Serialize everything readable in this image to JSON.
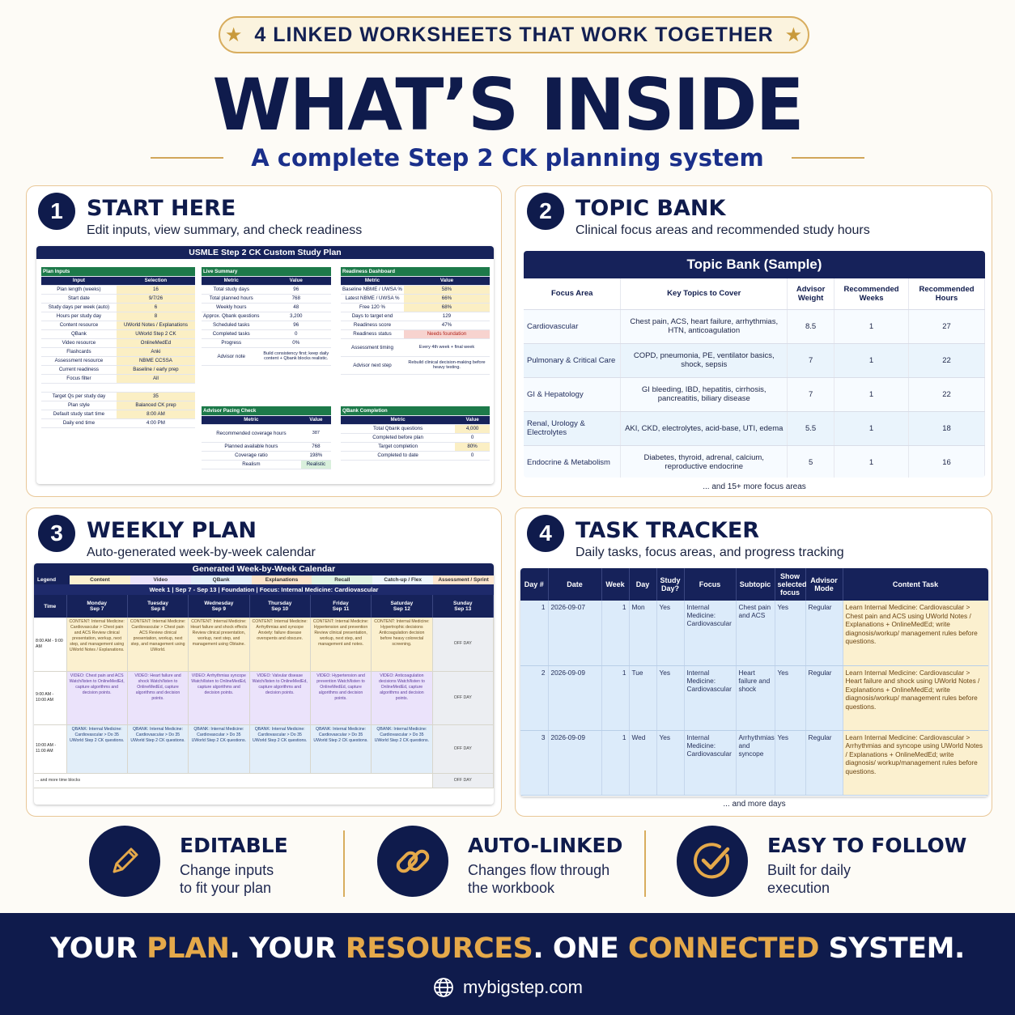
{
  "header": {
    "pill": "4 LINKED WORKSHEETS THAT WORK TOGETHER",
    "title": "WHAT’S INSIDE",
    "subtitle": "A complete Step 2 CK planning system"
  },
  "cards": {
    "start": {
      "num": "1",
      "title": "START HERE",
      "desc": "Edit inputs, view summary, and check readiness",
      "sheet_title": "USMLE Step 2 CK Custom Study Plan",
      "plan_inputs": {
        "section": "Plan Inputs",
        "headers": [
          "Input",
          "Selection"
        ],
        "rows": [
          [
            "Plan length (weeks)",
            "16"
          ],
          [
            "Start date",
            "9/7/26"
          ],
          [
            "Study days per week (auto)",
            "6"
          ],
          [
            "Hours per study day",
            "8"
          ],
          [
            "Content resource",
            "UWorld Notes / Explanations"
          ],
          [
            "QBank",
            "UWorld Step 2 CK"
          ],
          [
            "Video resource",
            "OnlineMedEd"
          ],
          [
            "Flashcards",
            "Anki"
          ],
          [
            "Assessment resource",
            "NBME CCSSA"
          ],
          [
            "Current readiness",
            "Baseline / early prep"
          ],
          [
            "Focus filter",
            "All"
          ],
          [
            "",
            ""
          ],
          [
            "Target Qs per study day",
            "35"
          ],
          [
            "Plan style",
            "Balanced CK prep"
          ],
          [
            "Default study start time",
            "8:00 AM"
          ],
          [
            "Daily end time",
            "4:00 PM"
          ]
        ]
      },
      "live_summary": {
        "section": "Live Summary",
        "headers": [
          "Metric",
          "Value"
        ],
        "rows": [
          [
            "Total study days",
            "96"
          ],
          [
            "Total planned hours",
            "768"
          ],
          [
            "Weekly hours",
            "48"
          ],
          [
            "Approx. Qbank questions",
            "3,200"
          ],
          [
            "Scheduled tasks",
            "96"
          ],
          [
            "Completed tasks",
            "0"
          ],
          [
            "Progress",
            "0%"
          ],
          [
            "Advisor note",
            "Build consistency first; keep daily content + Qbank blocks realistic."
          ]
        ]
      },
      "readiness": {
        "section": "Readiness Dashboard",
        "headers": [
          "Metric",
          "Value"
        ],
        "rows": [
          [
            "Baseline NBME / UWSA %",
            "58%"
          ],
          [
            "Latest NBME / UWSA %",
            "66%"
          ],
          [
            "Free 120 %",
            "68%"
          ],
          [
            "Days to target end",
            "129"
          ],
          [
            "Readiness score",
            "47%"
          ],
          [
            "Readiness status",
            "Needs foundation"
          ],
          [
            "Assessment timing",
            "Every 4th week + final week"
          ],
          [
            "Advisor next step",
            "Rebuild clinical decision-making before heavy testing."
          ]
        ]
      },
      "pacing": {
        "section": "Advisor Pacing Check",
        "headers": [
          "Metric",
          "Value"
        ],
        "rows": [
          [
            "Recommended coverage hours",
            "387"
          ],
          [
            "Planned available hours",
            "768"
          ],
          [
            "Coverage ratio",
            "198%"
          ],
          [
            "Realism",
            "Realistic"
          ]
        ]
      },
      "qbank": {
        "section": "QBank Completion",
        "headers": [
          "Metric",
          "Value"
        ],
        "rows": [
          [
            "Total Qbank questions",
            "4,000"
          ],
          [
            "Completed before plan",
            "0"
          ],
          [
            "Target completion",
            "80%"
          ],
          [
            "Completed to date",
            "0"
          ]
        ]
      }
    },
    "topic": {
      "num": "2",
      "title": "TOPIC BANK",
      "desc": "Clinical focus areas and recommended study hours",
      "sheet_title": "Topic Bank (Sample)",
      "headers": [
        "Focus Area",
        "Key Topics to Cover",
        "Advisor Weight",
        "Recommended Weeks",
        "Recommended Hours"
      ],
      "rows": [
        [
          "Cardiovascular",
          "Chest pain, ACS, heart failure, arrhythmias, HTN, anticoagulation",
          "8.5",
          "1",
          "27"
        ],
        [
          "Pulmonary & Critical Care",
          "COPD, pneumonia, PE, ventilator basics, shock, sepsis",
          "7",
          "1",
          "22"
        ],
        [
          "GI & Hepatology",
          "GI bleeding, IBD, hepatitis, cirrhosis, pancreatitis, biliary disease",
          "7",
          "1",
          "22"
        ],
        [
          "Renal, Urology & Electrolytes",
          "AKI, CKD, electrolytes, acid-base, UTI, edema",
          "5.5",
          "1",
          "18"
        ],
        [
          "Endocrine & Metabolism",
          "Diabetes, thyroid, adrenal, calcium, reproductive endocrine",
          "5",
          "1",
          "16"
        ]
      ],
      "more": "... and 15+ more focus areas"
    },
    "weekly": {
      "num": "3",
      "title": "WEEKLY PLAN",
      "desc": "Auto-generated week-by-week calendar",
      "sheet_title": "Generated Week-by-Week Calendar",
      "legend_label": "Legend",
      "legend": [
        "Content",
        "Video",
        "QBank",
        "Explanations",
        "Recall",
        "Catch-up / Flex",
        "Assessment / Sprint"
      ],
      "week_banner": "Week 1 | Sep 7 - Sep 13 | Foundation | Focus: Internal Medicine: Cardiovascular",
      "time_header": "Time",
      "days": [
        {
          "name": "Monday",
          "date": "Sep 7"
        },
        {
          "name": "Tuesday",
          "date": "Sep 8"
        },
        {
          "name": "Wednesday",
          "date": "Sep 9"
        },
        {
          "name": "Thursday",
          "date": "Sep 10"
        },
        {
          "name": "Friday",
          "date": "Sep 11"
        },
        {
          "name": "Saturday",
          "date": "Sep 12"
        },
        {
          "name": "Sunday",
          "date": "Sep 13"
        }
      ],
      "rows": [
        {
          "time": "8:00 AM - 9:00 AM",
          "kind": "c",
          "cells": [
            "CONTENT: Internal Medicine: Cardiovascular > Chest pain and ACS Review clinical presentation, workup, next step, and management using UWorld Notes / Explanations.",
            "CONTENT: Internal Medicine: Cardiovascular > Chest pain ACS Review clinical presentation, workup, next step, and management using UWorld.",
            "CONTENT: Internal Medicine: Heart failure and shock effects Review clinical presentation, workup, next step, and management using Obtaine.",
            "CONTENT: Internal Medicine: Arrhythmias and syncope Anxiety: failure disease overspents and obscure.",
            "CONTENT: Internal Medicine: Hypertension and prevention Review clinical presentation, workup, next step, and management and notes.",
            "CONTENT: Internal Medicine: Hypertrophic decisions Anticoagulation decision before heavy colorectal screening.",
            "OFF DAY"
          ]
        },
        {
          "time": "9:00 AM - 10:00 AM",
          "kind": "v",
          "cells": [
            "VIDEO: Chest pain and ACS Watch/listen to OnlineMedEd, capture algorithms and decision points.",
            "VIDEO: Heart failure and shock Watch/listen to OnlineMedEd, capture algorithms and decision points.",
            "VIDEO: Arrhythmias syncope Watch/listen to OnlineMedEd, capture algorithms and decision points.",
            "VIDEO: Valvular disease Watch/listen to OnlineMedEd, capture algorithms and decision points.",
            "VIDEO: Hypertension and prevention Watch/listen to OnlineMedEd, capture algorithms and decision points.",
            "VIDEO: Anticoagulation decisions Watch/listen to OnlineMedEd, capture algorithms and decision points.",
            "OFF DAY"
          ]
        },
        {
          "time": "10:00 AM - 11:00 AM",
          "kind": "q",
          "cells": [
            "QBANK: Internal Medicine: Cardiovascular > Do 35 UWorld Step 2 CK questions.",
            "QBANK: Internal Medicine: Cardiovascular > Do 35 UWorld Step 2 CK questions.",
            "QBANK: Internal Medicine: Cardiovascular > Do 35 UWorld Step 2 CK questions.",
            "QBANK: Internal Medicine: Cardiovascular > Do 35 UWorld Step 2 CK questions.",
            "QBANK: Internal Medicine: Cardiovascular > Do 35 UWorld Step 2 CK questions.",
            "QBANK: Internal Medicine: Cardiovascular > Do 35 UWorld Step 2 CK questions.",
            "OFF DAY"
          ]
        }
      ],
      "more": "... and more time blocks",
      "last_off": "OFF DAY"
    },
    "tracker": {
      "num": "4",
      "title": "TASK TRACKER",
      "desc": "Daily tasks, focus areas, and progress tracking",
      "headers": [
        "Day #",
        "Date",
        "Week",
        "Day",
        "Study Day?",
        "Focus",
        "Subtopic",
        "Show selected focus",
        "Advisor Mode",
        "Content Task"
      ],
      "rows": [
        [
          "1",
          "2026-09-07",
          "1",
          "Mon",
          "Yes",
          "Internal Medicine: Cardiovascular",
          "Chest pain and ACS",
          "Yes",
          "Regular",
          "Learn Internal Medicine: Cardiovascular > Chest pain and ACS using UWorld Notes / Explanations + OnlineMedEd; write diagnosis/workup/ management rules before questions."
        ],
        [
          "2",
          "2026-09-09",
          "1",
          "Tue",
          "Yes",
          "Internal Medicine: Cardiovascular",
          "Heart failure and shock",
          "Yes",
          "Regular",
          "Learn Internal Medicine: Cardiovascular > Heart failure and shock using UWorld Notes / Explanations + OnlineMedEd; write diagnosis/workup/ management rules before questions."
        ],
        [
          "3",
          "2026-09-09",
          "1",
          "Wed",
          "Yes",
          "Internal Medicine: Cardiovascular",
          "Arrhythmias and syncope",
          "Yes",
          "Regular",
          "Learn Internal Medicine: Cardiovascular > Arrhythmias and syncope using UWorld Notes / Explanations + OnlineMedEd; write diagnosis/ workup/management rules before questions."
        ]
      ],
      "more": "... and more days"
    }
  },
  "features": [
    {
      "icon": "pencil-icon",
      "title": "EDITABLE",
      "line1": "Change inputs",
      "line2": "to fit your plan"
    },
    {
      "icon": "link-icon",
      "title": "AUTO-LINKED",
      "line1": "Changes flow through",
      "line2": "the workbook"
    },
    {
      "icon": "check-icon",
      "title": "EASY TO FOLLOW",
      "line1": "Built for daily",
      "line2": "execution"
    }
  ],
  "footer": {
    "tag": [
      {
        "t": "YOUR ",
        "gold": false
      },
      {
        "t": "PLAN",
        "gold": true
      },
      {
        "t": ". YOUR ",
        "gold": false
      },
      {
        "t": "RESOURCES",
        "gold": true
      },
      {
        "t": ". ONE ",
        "gold": false
      },
      {
        "t": "CONNECTED",
        "gold": true
      },
      {
        "t": " SYSTEM.",
        "gold": false
      }
    ],
    "site": "mybigstep.com"
  },
  "colors": {
    "navy": "#0f1b4c",
    "gold": "#e5a94a",
    "accent_blue": "#1a2f8a"
  }
}
